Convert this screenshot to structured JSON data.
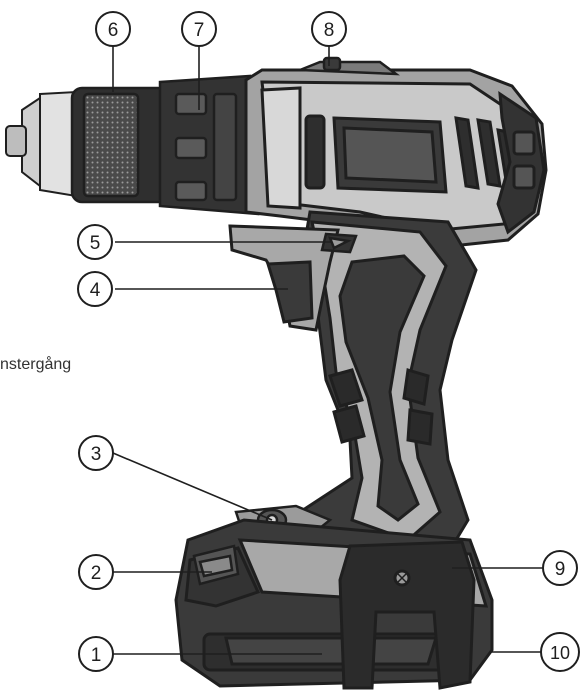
{
  "colors": {
    "dark": "#3a3a3a",
    "darker": "#2a2a2a",
    "mid_gray": "#9b9b9b",
    "light_gray": "#c8c8c8",
    "line": "#1f1f1f",
    "chuck_knurl": "#555555",
    "background": "#ffffff"
  },
  "side_text": "nstergång",
  "callouts": [
    {
      "label": "6",
      "part": "chuck-sleeve"
    },
    {
      "label": "7",
      "part": "torque-collar"
    },
    {
      "label": "8",
      "part": "gear-selector"
    },
    {
      "label": "5",
      "part": "direction-switch"
    },
    {
      "label": "4",
      "part": "trigger"
    },
    {
      "label": "3",
      "part": "led-light"
    },
    {
      "label": "2",
      "part": "battery-release"
    },
    {
      "label": "1",
      "part": "battery-pack"
    },
    {
      "label": "9",
      "part": "belt-clip"
    },
    {
      "label": "10",
      "part": "battery-side"
    }
  ]
}
